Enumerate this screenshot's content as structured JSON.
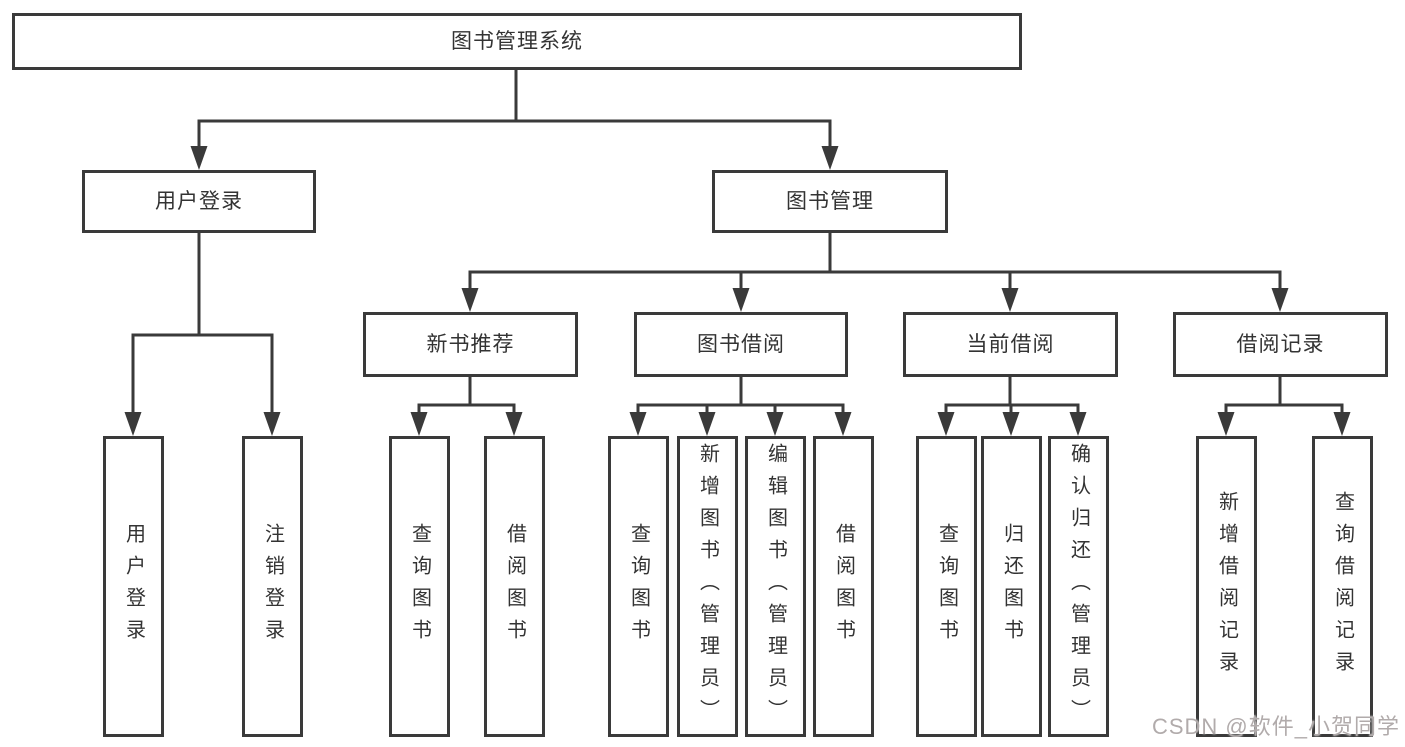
{
  "diagram": {
    "root": "图书管理系统",
    "user_login": {
      "label": "用户登录",
      "leaves": {
        "login": "用户登录",
        "logout": "注销登录"
      }
    },
    "book_management": {
      "label": "图书管理",
      "new_book": {
        "label": "新书推荐",
        "leaves": {
          "query": "查询图书",
          "borrow": "借阅图书"
        }
      },
      "borrow": {
        "label": "图书借阅",
        "leaves": {
          "query": "查询图书",
          "add": "新增图书（管理员）",
          "edit": "编辑图书（管理员）",
          "borrow": "借阅图书"
        }
      },
      "current": {
        "label": "当前借阅",
        "leaves": {
          "query": "查询图书",
          "return": "归还图书",
          "confirm": "确认归还（管理员）"
        }
      },
      "records": {
        "label": "借阅记录",
        "leaves": {
          "add": "新增借阅记录",
          "query": "查询借阅记录"
        }
      }
    }
  },
  "watermark": "CSDN @软件_小贺同学",
  "colors": {
    "line": "#3a3a3a",
    "text": "#333333",
    "box_background": "#ffffff",
    "page_background": "#ffffff",
    "watermark": "#b1abab"
  }
}
